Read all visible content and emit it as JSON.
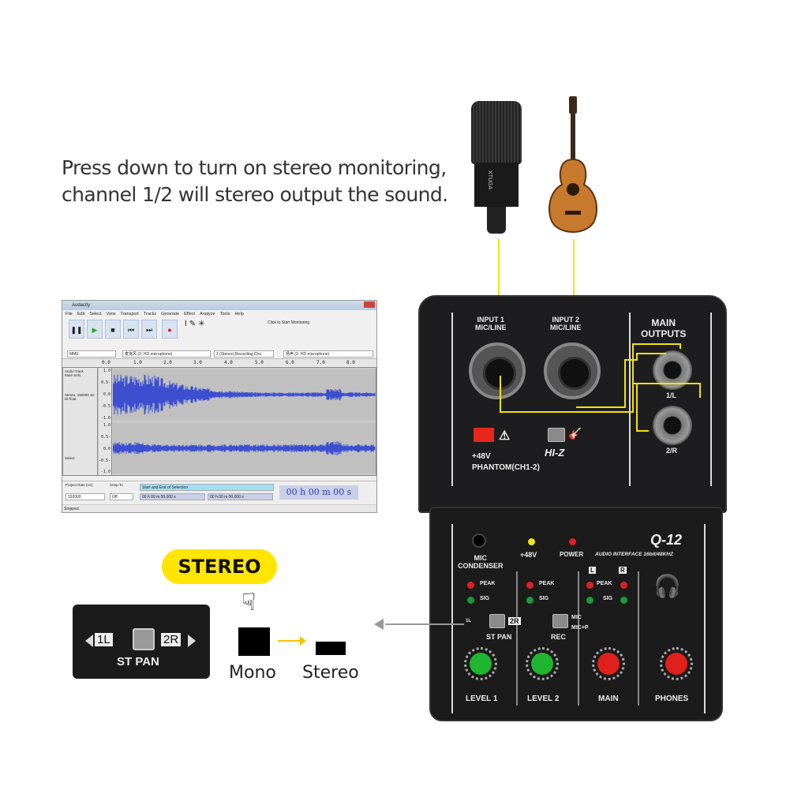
{
  "caption": {
    "line1": "Press down to turn on stereo monitoring,",
    "line2": "channel 1/2 will stereo output the sound."
  },
  "microphone": {
    "brand": "XTUGA"
  },
  "audacity": {
    "title": "Audacity",
    "menu": [
      "File",
      "Edit",
      "Select",
      "View",
      "Transport",
      "Tracks",
      "Generate",
      "Effect",
      "Analyze",
      "Tools",
      "Help"
    ],
    "monitor_text": "Click to Start Monitoring",
    "host": "MME",
    "rec_device": "麦克风 (2- HD  microphone)",
    "channels": "2 (Stereo) Recording Cha",
    "play_device": "扬声 (2- HD  microphone)",
    "ruler": [
      "0.0",
      "1.0",
      "2.0",
      "3.0",
      "4.0",
      "5.0",
      "6.0",
      "7.0",
      "8.0"
    ],
    "track_name": "Audio Track",
    "mute": "Mute",
    "solo": "Solo",
    "track_info": "Stereo, 192000 32-bit float",
    "select": "Select",
    "yaxis": [
      "1.0",
      "0.5-",
      "0.0",
      "-0.5",
      "-1.0",
      "1.0",
      "0.5-",
      "0.0",
      "-0.5-",
      "-1.0"
    ],
    "project_rate_label": "Project Rate (Hz)",
    "snap_label": "Snap-To",
    "project_rate": "192000",
    "snap": "Off",
    "selection_mode": "Start and End of Selection",
    "sel_start": "00 h 00 m 00.000 s",
    "sel_end": "00 h 00 m 00.000 s",
    "time": "00 h 00 m 00 s",
    "status": "Stopped."
  },
  "device": {
    "input1": "INPUT 1\nMIC/LINE",
    "input2": "INPUT 2\nMIC/LINE",
    "main_outputs": "MAIN\nOUTPUTS",
    "out_l": "1/L",
    "out_r": "2/R",
    "phantom": "+48V\nPHANTOM(CH1-2)",
    "hiz": "HI-Z",
    "mic_condenser": "MIC\nCONDENSER",
    "led_48v": "+48V",
    "power": "POWER",
    "model": "Q-12",
    "subtitle": "AUDIO INTERFACE 16bit/48KHZ",
    "peak": "PEAK",
    "sig": "SIG",
    "l": "L",
    "r": "R",
    "stpan_l": "1L",
    "stpan_r": "2R",
    "st_pan": "ST PAN",
    "rec": "REC",
    "mic": "MIC",
    "micp": "MIC+P",
    "knobs": [
      "LEVEL 1",
      "LEVEL 2",
      "MAIN",
      "PHONES"
    ]
  },
  "callout": {
    "badge": "STEREO",
    "left": "1L",
    "right": "2R",
    "label": "ST PAN",
    "mono": "Mono",
    "stereo": "Stereo"
  },
  "colors": {
    "accent": "#ffe500",
    "green_knob": "#1fb52f",
    "red_knob": "#e0201a",
    "phantom_btn": "#e8261c"
  }
}
